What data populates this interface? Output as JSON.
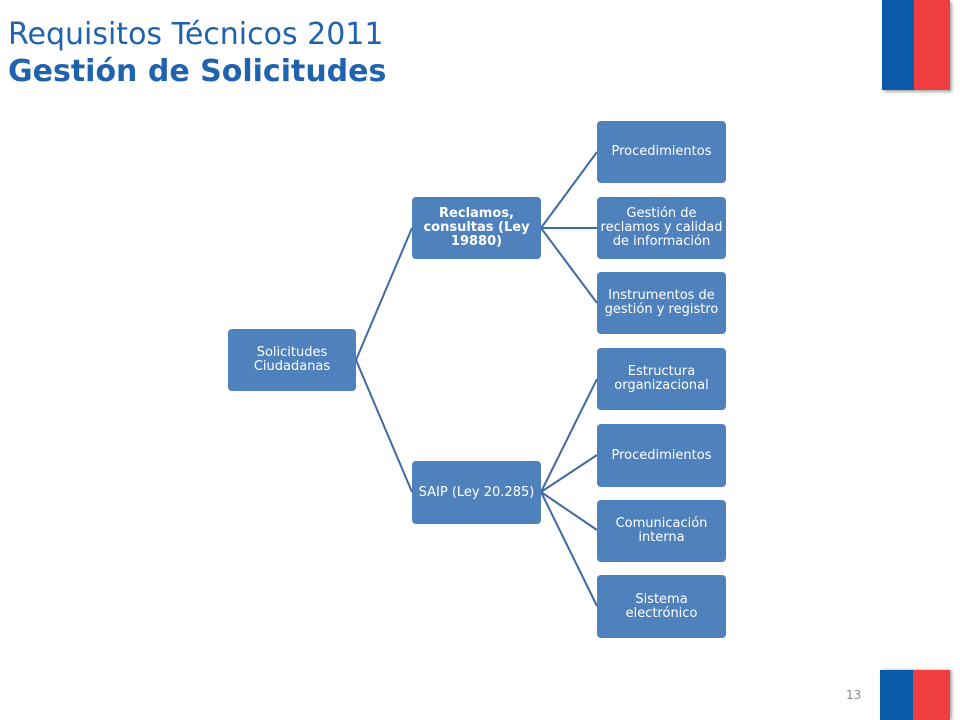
{
  "title": {
    "line1": "Requisitos Técnicos 2011",
    "line2": "Gestión de Solicitudes"
  },
  "page_number": "13",
  "colors": {
    "node_fill": "#4f81bd",
    "connector": "#3f6aa3",
    "title": "#1f62ad",
    "flag_blue": "#0a5aa8",
    "flag_red": "#ef3e42"
  },
  "tree": {
    "root": {
      "label": "Solicitudes Ciudadanas"
    },
    "branches": [
      {
        "label": "Reclamos, consultas (Ley 19880)",
        "children": [
          {
            "label": "Procedimientos"
          },
          {
            "label": "Gestión de reclamos y calidad de información"
          },
          {
            "label": "Instrumentos de gestión y registro"
          }
        ]
      },
      {
        "label": "SAIP (Ley 20.285)",
        "children": [
          {
            "label": "Estructura organizacional"
          },
          {
            "label": "Procedimientos"
          },
          {
            "label": "Comunicación interna"
          },
          {
            "label": "Sistema electrónico"
          }
        ]
      }
    ]
  }
}
